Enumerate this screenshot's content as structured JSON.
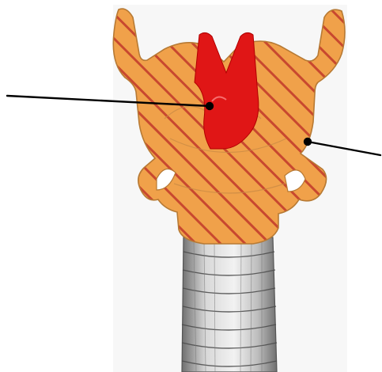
{
  "diagram": {
    "colors": {
      "background": "#ffffff",
      "panel": "#f7f7f7",
      "cartilage_fill": "#f0a14a",
      "cartilage_outline": "#b77a34",
      "stripe": "#c8482f",
      "epiglottis": "#e01616",
      "trachea_light": "#d8d8d8",
      "trachea_dark": "#6f6f6f",
      "pointer": "#000000"
    },
    "pointers": [
      {
        "id": "left-pointer",
        "target": "epiglottis"
      },
      {
        "id": "right-pointer",
        "target": "thyroid-cartilage"
      }
    ]
  }
}
